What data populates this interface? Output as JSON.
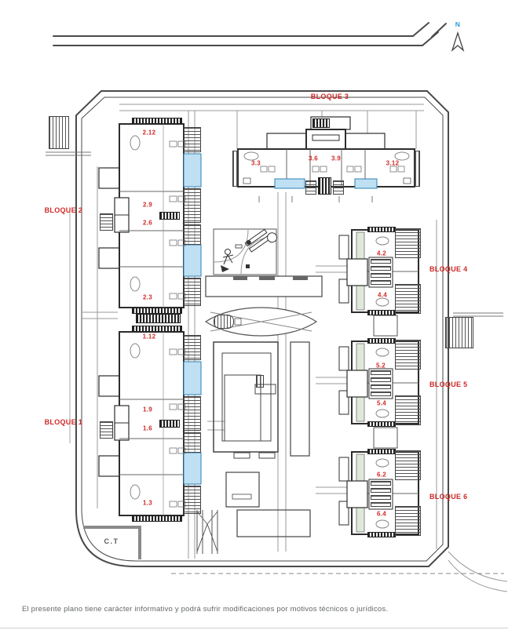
{
  "north": {
    "label": "N"
  },
  "callouts": {
    "b1": "BLOQUE 1",
    "b2": "BLOQUE 2",
    "b3": "BLOQUE 3",
    "b4": "BLOQUE 4",
    "b5": "BLOQUE 5",
    "b6": "BLOQUE 6"
  },
  "units": {
    "b1": [
      "1.12",
      "1.9",
      "1.6",
      "1.3"
    ],
    "b2": [
      "2.12",
      "2.9",
      "2.6",
      "2.3"
    ],
    "b3": [
      "3.3",
      "3.6",
      "3.9",
      "3.12"
    ],
    "b4": [
      "4.2",
      "4.4"
    ],
    "b5": [
      "5.2",
      "5.4"
    ],
    "b6": [
      "6.2",
      "6.4"
    ]
  },
  "ct_label": "C.T",
  "footer": {
    "disclaimer": "El presente plano tiene carácter informativo y podrá sufrir modificaciones por motivos técnicos o jurídicos."
  },
  "colors": {
    "label_red": "#cf2a27",
    "north_blue": "#2e9bd6",
    "terrace_blue": "#bfe0f2",
    "terrace_blue_border": "#2f7fb5",
    "garden_green": "#dfe9d9",
    "line_dark": "#2d2d2d"
  }
}
